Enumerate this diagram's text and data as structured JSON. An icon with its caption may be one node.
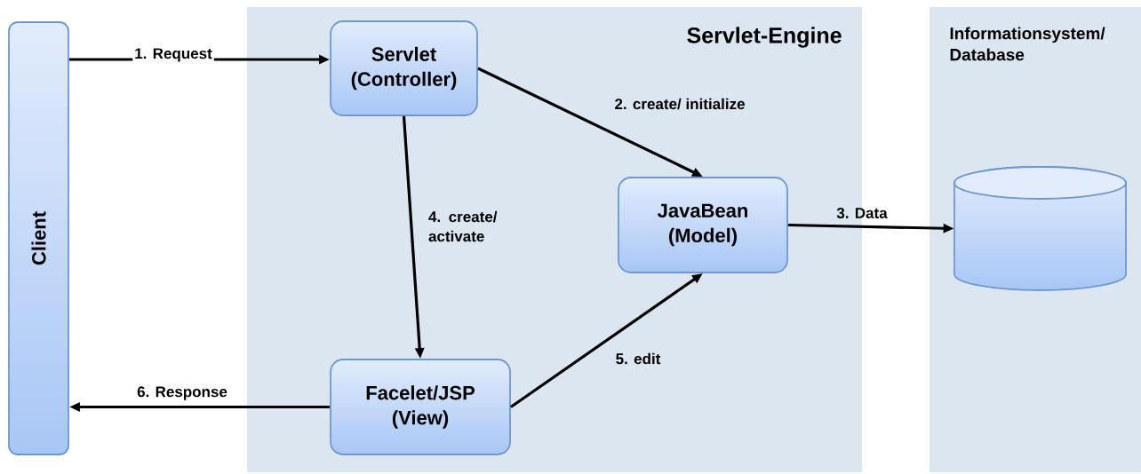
{
  "diagram": {
    "nodes": [
      {
        "text": [
          "Client"
        ]
      },
      {
        "text": [
          "Servlet-Engine"
        ]
      },
      {
        "text": [
          "Servlet (Controller)"
        ],
        "in": 1
      },
      {
        "text": [
          "JavaBean (Model)"
        ],
        "in": 1
      },
      {
        "text": [
          "Facelet/JSP (View)"
        ],
        "in": 1
      },
      {
        "text": [
          "Informationsystem/ Database"
        ]
      },
      {
        "text": [],
        "shape": "cylinder",
        "in": 5
      }
    ],
    "edges": [
      {
        "from": 0,
        "to": 2,
        "arrow": "to",
        "label": "1. Request"
      },
      {
        "from": 2,
        "to": 3,
        "arrow": "to",
        "label": "2. create/ initialize"
      },
      {
        "from": 3,
        "to": 6,
        "arrow": "to",
        "label": "3. Data"
      },
      {
        "from": 2,
        "to": 4,
        "arrow": "to",
        "label": "4. create/ activate"
      },
      {
        "from": 4,
        "to": 3,
        "arrow": "to",
        "label": "5. edit"
      },
      {
        "from": 4,
        "to": 0,
        "arrow": "to",
        "label": "6. Response"
      }
    ]
  }
}
